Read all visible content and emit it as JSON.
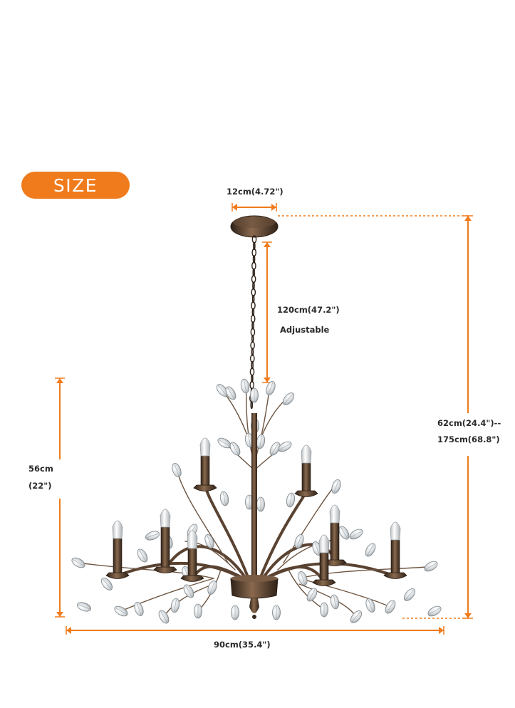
{
  "badge": {
    "label": "SIZE"
  },
  "dimensions": {
    "canopy_width": "12cm(4.72\")",
    "chain_length": "120cm(47.2\")",
    "chain_note": "Adjustable",
    "overall_height_line1": "62cm(24.4\")--",
    "overall_height_line2": "175cm(68.8\")",
    "body_height_line1": "56cm",
    "body_height_line2": "(22\")",
    "diameter": "90cm(35.4\")"
  },
  "colors": {
    "accent": "#f07b1c",
    "bronze": "#4a3526",
    "bronze_light": "#8a6a4e",
    "crystal": "#dfe3e6"
  }
}
